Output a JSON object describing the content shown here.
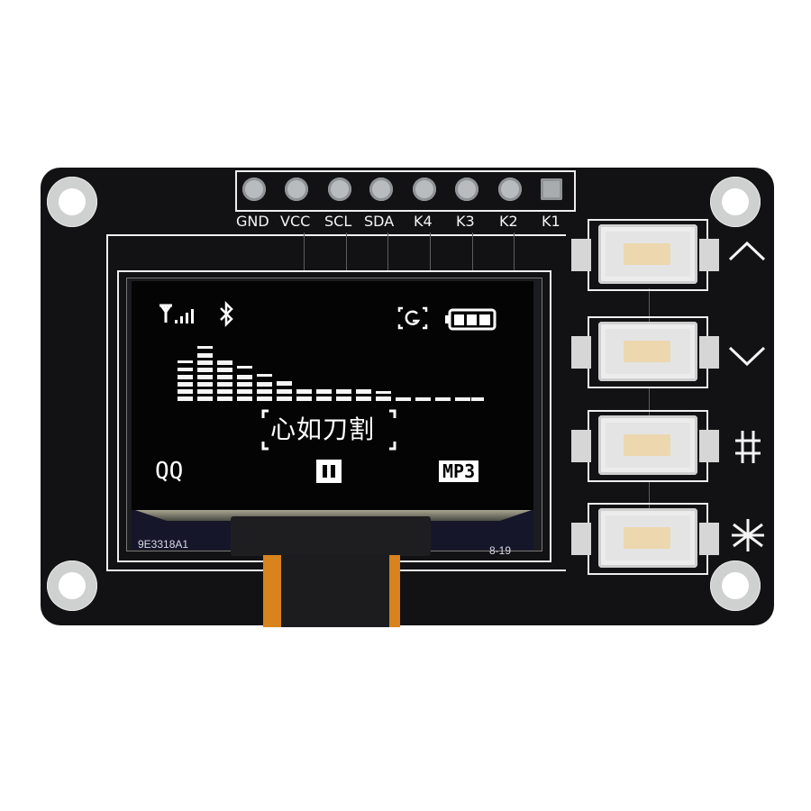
{
  "board": {
    "header_pins": [
      "GND",
      "VCC",
      "SCL",
      "SDA",
      "K4",
      "K3",
      "K2",
      "K1"
    ],
    "button_symbols": [
      "^",
      "v",
      "#",
      "*"
    ],
    "button_symbol_names": [
      "up",
      "down",
      "hash",
      "asterisk"
    ],
    "colors": {
      "pcb": "#121214",
      "silkscreen": "#f2f2f2",
      "flex": "#d8831d",
      "button_cap": "#ecd7ae"
    }
  },
  "display": {
    "status_icons": [
      "signal-icon",
      "bluetooth-icon",
      "g-sensor-icon",
      "battery-icon"
    ],
    "eq_bars": [
      5,
      7,
      6,
      5,
      4,
      3,
      2,
      2,
      2,
      2,
      1.5,
      1,
      1,
      1,
      1,
      1
    ],
    "song_title": "心如刀割",
    "source_label": "QQ",
    "play_state": "II",
    "format_label": "MP3"
  },
  "panel_markings": {
    "left_code": "9E3318A1",
    "right_code": "8-19"
  }
}
